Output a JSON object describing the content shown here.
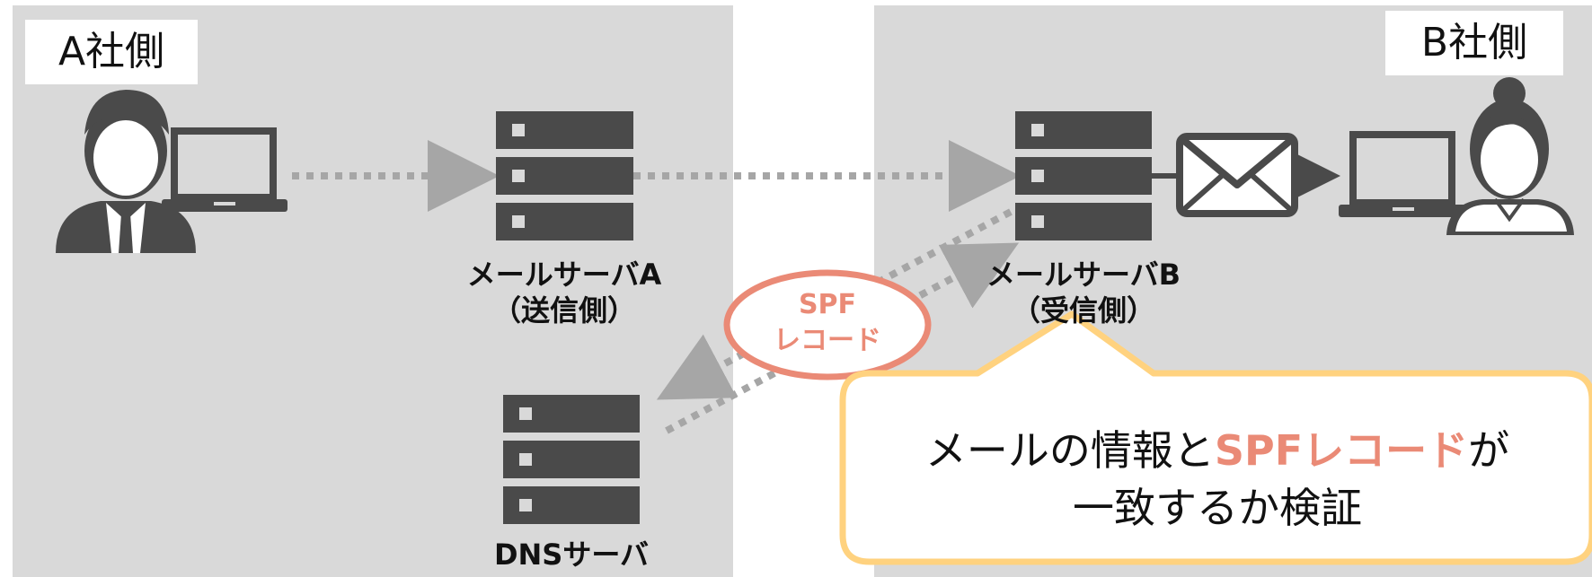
{
  "left_panel": {
    "company_label": "A社側"
  },
  "right_panel": {
    "company_label": "B社側"
  },
  "servers": {
    "mail_a": {
      "name": "メールサーバA",
      "role": "（送信側）"
    },
    "mail_b": {
      "name": "メールサーバB",
      "role": "（受信側）"
    },
    "dns": {
      "name": "DNSサーバ"
    }
  },
  "spf_badge": {
    "line1": "SPF",
    "line2": "レコード"
  },
  "callout": {
    "line1_prefix": "メールの情報と",
    "line1_highlight": "SPFレコード",
    "line1_suffix": "が",
    "line2": "一致するか検証"
  },
  "colors": {
    "panel": "#d9d9d9",
    "icon": "#4a4a4a",
    "arrow": "#a6a6a6",
    "accent": "#ea8a76",
    "callout_border": "#ffd27f"
  },
  "icons": [
    "person-male-icon",
    "laptop-icon",
    "server-icon",
    "envelope-icon",
    "person-female-icon"
  ]
}
